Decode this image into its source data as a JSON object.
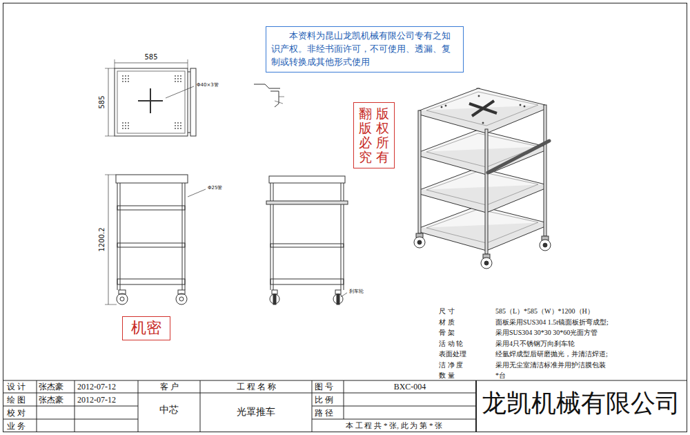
{
  "diagram": {
    "nodes": [
      {
        "text": [
          "本资料为昆山龙凯机械有限公司专有之知识产权。非经书面许可，不可使用、透漏、复制或转换成其他形式使用"
        ]
      },
      {
        "text": [
          "版权所有",
          "翻版必究"
        ]
      },
      {
        "text": [
          "机密"
        ]
      }
    ],
    "labels": [
      "585",
      "585",
      "Φ40×3管",
      "1200.2",
      "Φ25管",
      "刹车轮",
      "尺 寸",
      "585（L）*585（W）*1200（H）",
      "材 质",
      "面板采用SUS304 1.5t镜面板折弯成型;",
      "骨 架",
      "采用SUS304 30*30 30*60光面方管",
      "活 动 轮",
      "采用4只不锈钢万向刹车轮",
      "表面处理",
      "经氩焊成型后研磨抛光，并清洁焊道;",
      "洁 净 度",
      "采用无尘室清洁标准并用护洁膜包装",
      "数 量",
      "*台",
      "设 计",
      "张杰豪",
      "2012-07-12",
      "客 户",
      "工 程 名 称",
      "图 号",
      "BXC-004",
      "绘 图",
      "张杰豪",
      "2012-07-12",
      "比 例",
      "中芯",
      "光罩推车",
      "校 对",
      "路 径",
      "业 务",
      "本 工 程 共 * 张, 此 为 第 * 张",
      "龙凯机械有限公司"
    ]
  }
}
